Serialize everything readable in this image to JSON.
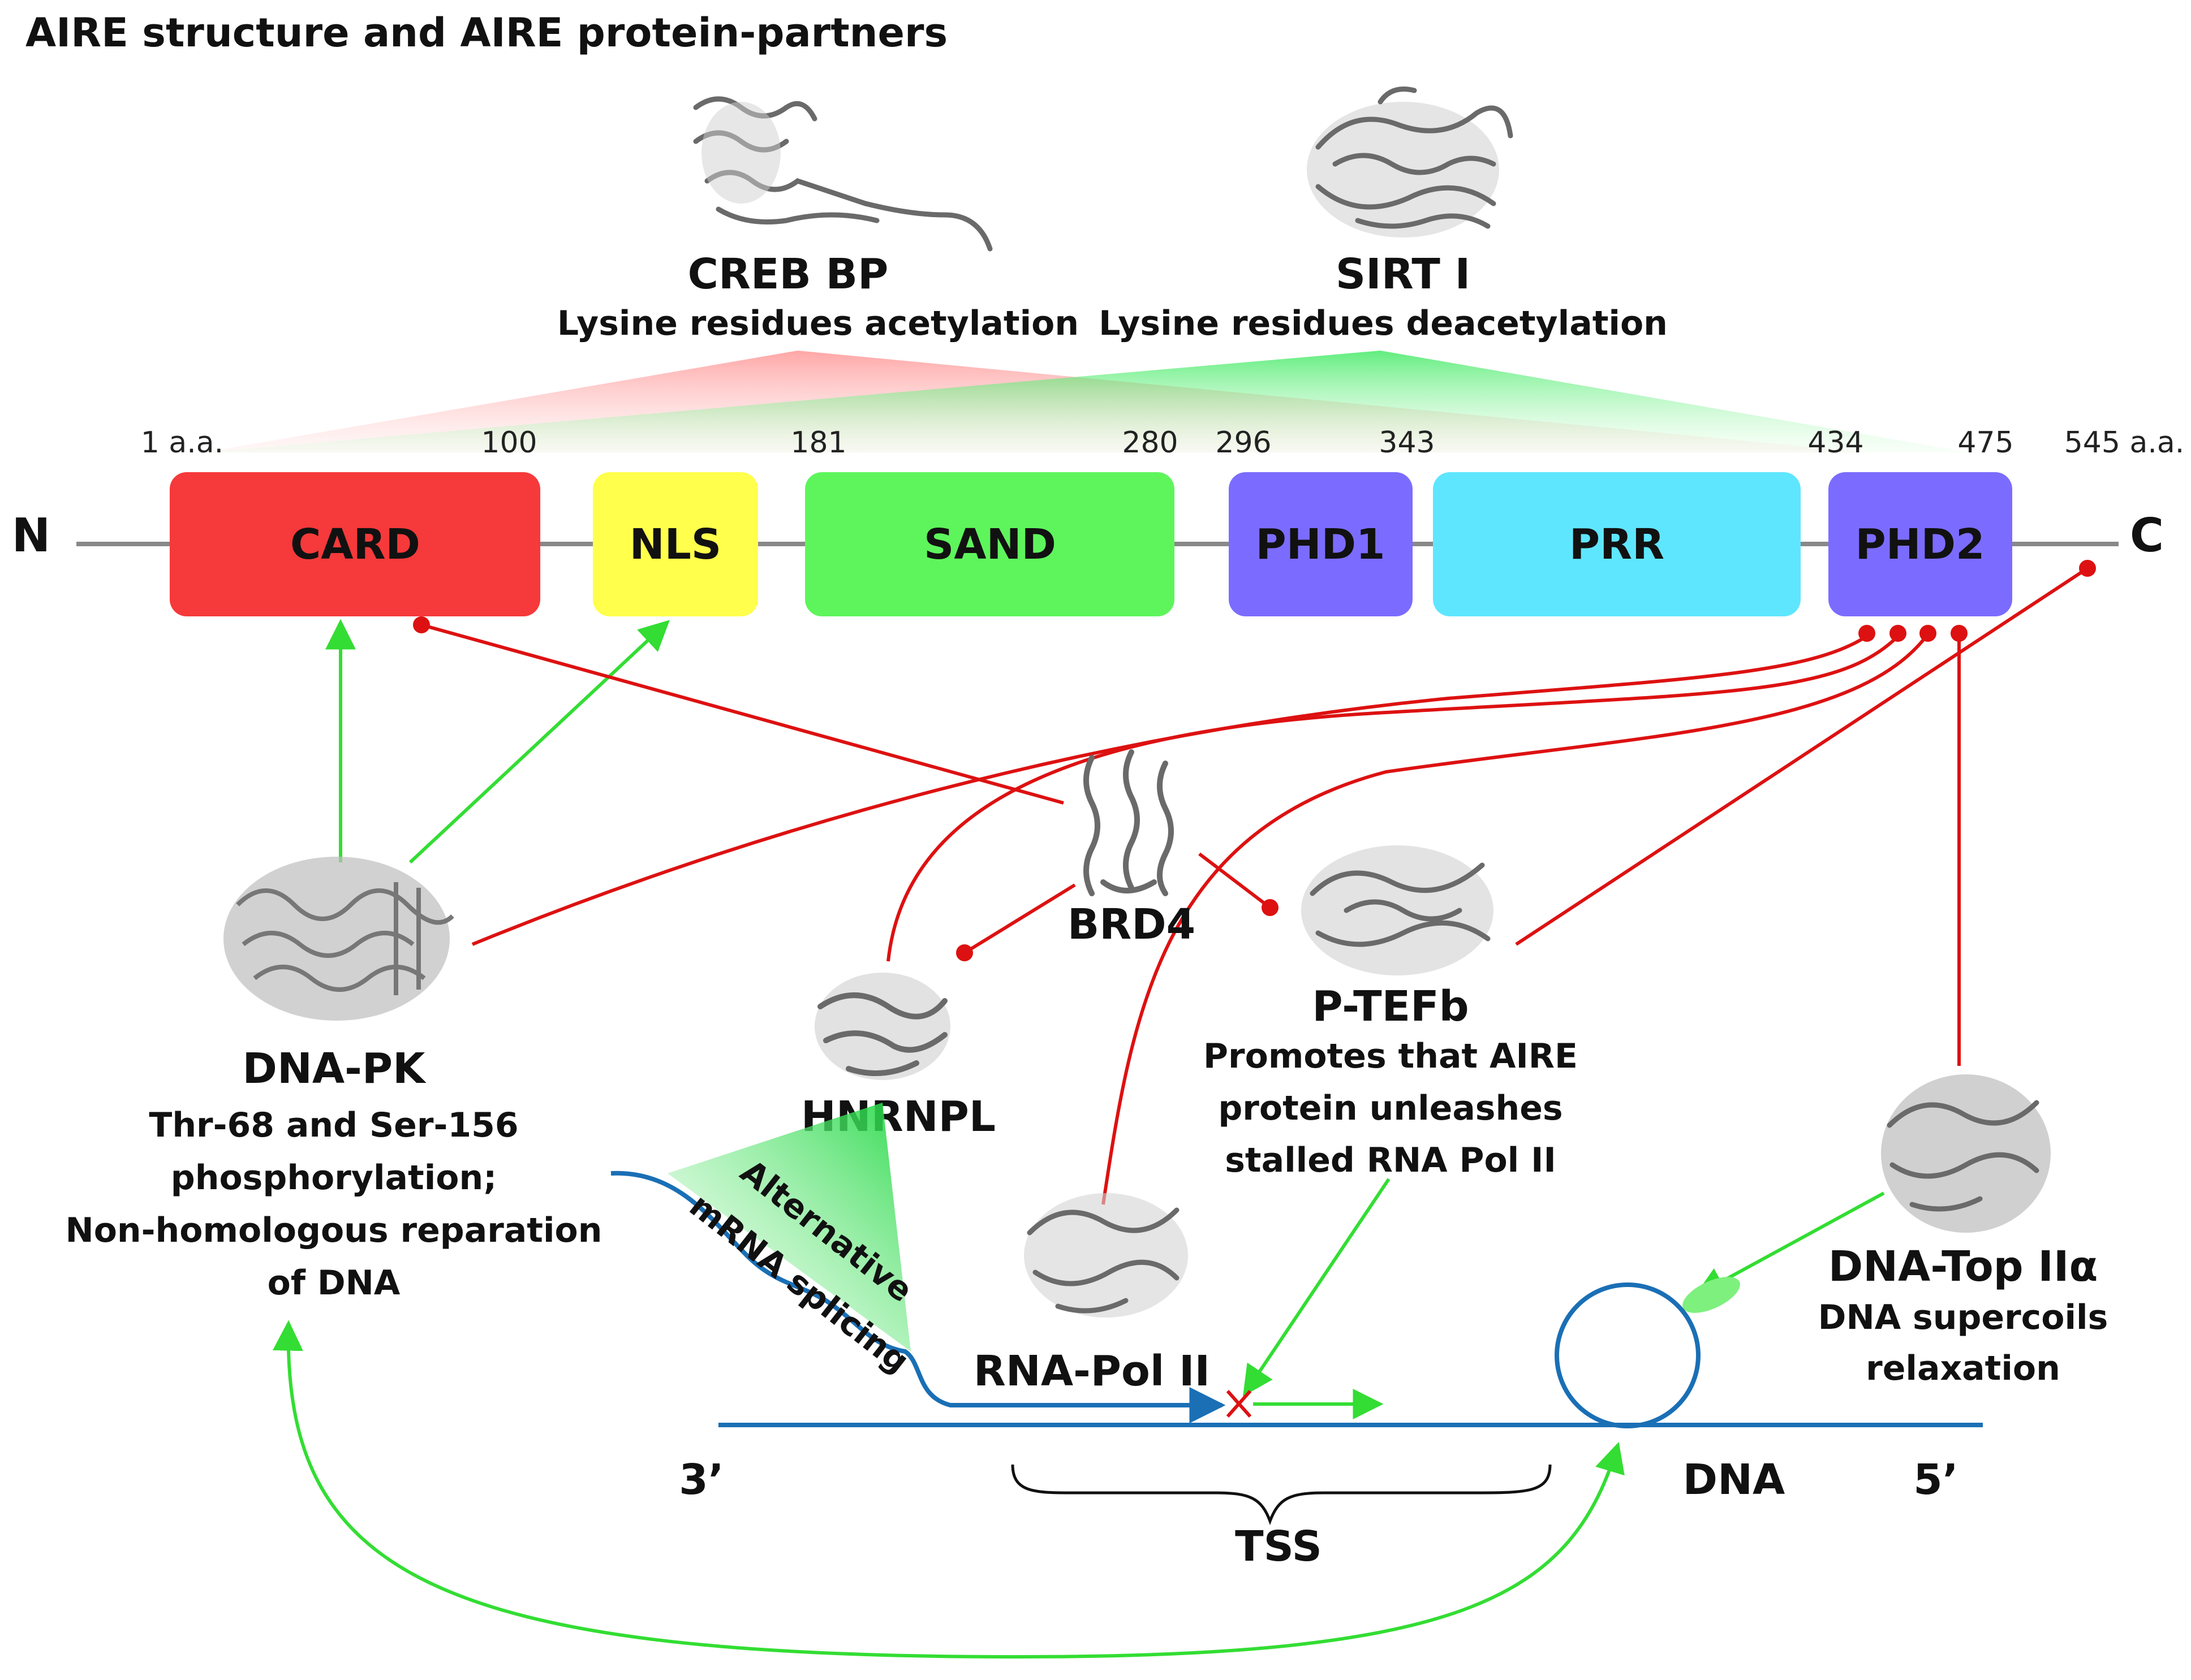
{
  "title": "AIRE structure and AIRE protein-partners",
  "termini": {
    "n": "N",
    "c": "C"
  },
  "positions": [
    "1 a.a.",
    "100",
    "181",
    "280",
    "296",
    "343",
    "434",
    "475",
    "545 a.a."
  ],
  "domains": [
    {
      "label": "CARD",
      "color": "#f6393a"
    },
    {
      "label": "NLS",
      "color": "#ffff4c"
    },
    {
      "label": "SAND",
      "color": "#5ef55c"
    },
    {
      "label": "PHD1",
      "color": "#7b6cff"
    },
    {
      "label": "PRR",
      "color": "#5fe6ff"
    },
    {
      "label": "PHD2",
      "color": "#7b6cff"
    }
  ],
  "partners": {
    "creb": {
      "name": "CREB BP",
      "desc": "Lysine residues acetylation"
    },
    "sirt": {
      "name": "SIRT I",
      "desc": "Lysine residues deacetylation"
    },
    "dnapk": {
      "name": "DNA-PK",
      "desc": [
        "Thr-68 and Ser-156",
        "phosphorylation;",
        "Non-homologous reparation",
        "of DNA"
      ]
    },
    "brd4": {
      "name": "BRD4"
    },
    "hnrnpl": {
      "name": "HNRNPL"
    },
    "ptefb": {
      "name": "P-TEFb",
      "desc": [
        "Promotes that AIRE",
        "protein unleashes",
        "stalled RNA Pol II"
      ]
    },
    "rnapol": {
      "name": "RNA-Pol II"
    },
    "topo": {
      "name": "DNA-Top IIα",
      "desc": [
        "DNA supercoils",
        "relaxation"
      ]
    }
  },
  "dna": {
    "label": "DNA",
    "three_prime": "3’",
    "five_prime": "5’",
    "tss": "TSS"
  },
  "splicing": [
    "Alternative",
    "mRNA splicing"
  ],
  "colors": {
    "activation": "#33dd33",
    "inhibition": "#dd1111",
    "dna": "#1a6fb5",
    "backbone": "#888888"
  }
}
